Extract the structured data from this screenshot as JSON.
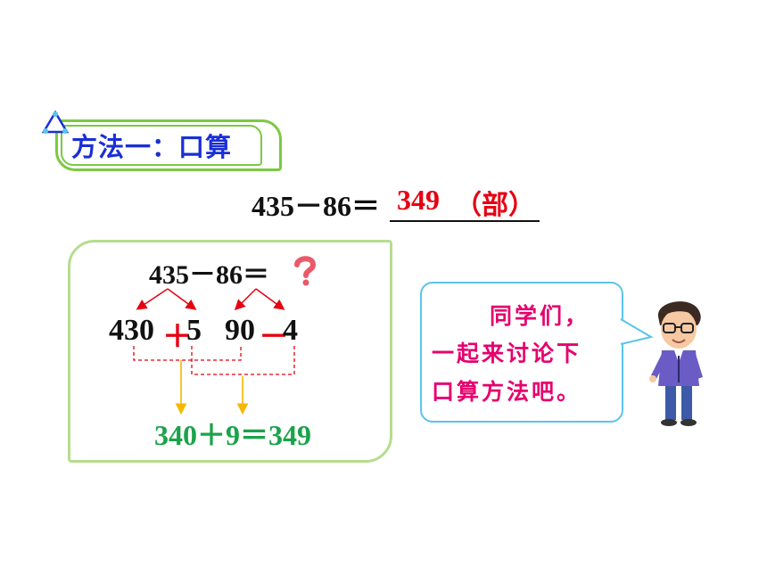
{
  "badge": {
    "title": "方法一：口算"
  },
  "main_equation": {
    "left": "435－86＝",
    "answer": "349",
    "unit": "（部）"
  },
  "work": {
    "equation": "435－86＝",
    "n430": "430",
    "plus": "＋",
    "n5": "5",
    "n90": "90",
    "minus": "－",
    "n4": "4",
    "result": "340＋9＝349"
  },
  "bubble": {
    "line1": "同学们，",
    "line2": "一起来讨论下",
    "line3": "口算方法吧。"
  },
  "colors": {
    "badge_text": "#1a2fd6",
    "answer": "#e60012",
    "result": "#1aa34a",
    "bubble_text": "#e6006e",
    "box_border": "#b6dd8f",
    "bubble_border": "#5bc4ea"
  }
}
